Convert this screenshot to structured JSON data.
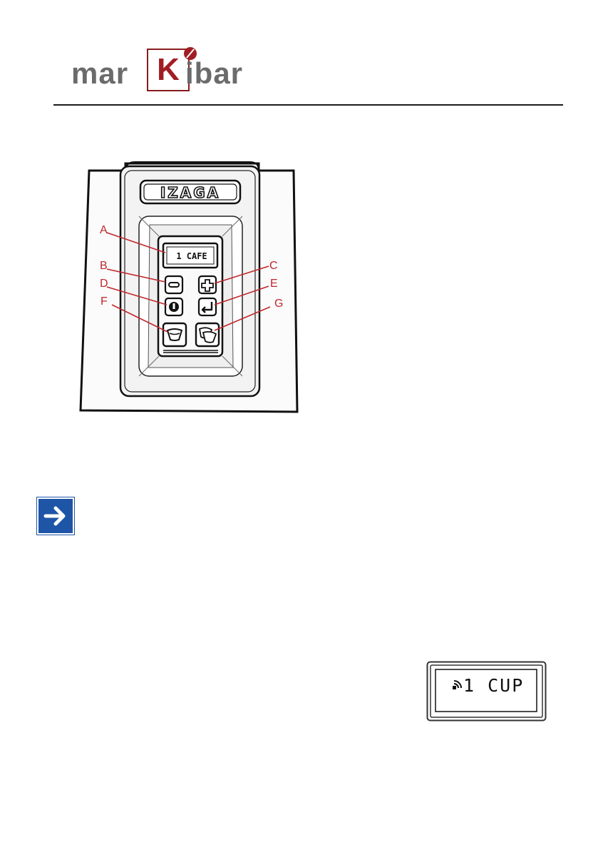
{
  "header": {
    "logo": {
      "part1": "mar",
      "letter": "K",
      "part2": "ibar"
    }
  },
  "figure": {
    "brand_plate": "IZAGA",
    "display_text": "1 CAFE",
    "callouts": [
      "A",
      "B",
      "C",
      "D",
      "E",
      "F",
      "G"
    ],
    "buttons": [
      {
        "id": "B",
        "icon": "minus-icon"
      },
      {
        "id": "C",
        "icon": "plus-icon"
      },
      {
        "id": "D",
        "icon": "power-icon"
      },
      {
        "id": "E",
        "icon": "enter-icon"
      },
      {
        "id": "F",
        "icon": "single-cup-icon"
      },
      {
        "id": "G",
        "icon": "double-cup-icon"
      }
    ],
    "callout_color": "#c0282d"
  },
  "note": {
    "icon": "arrow-right-icon",
    "color": "#1f55a6"
  },
  "lcd_example": {
    "text": "1 CUP",
    "icon": "coffee-signal-icon"
  }
}
